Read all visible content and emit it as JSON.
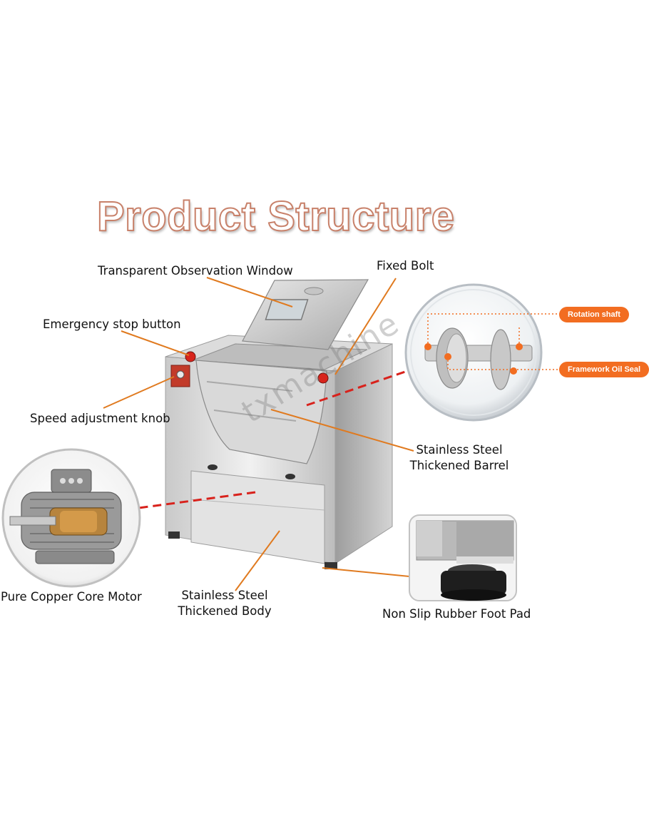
{
  "title": "Product Structure",
  "labels": {
    "observation_window": "Transparent Observation Window",
    "fixed_bolt": "Fixed Bolt",
    "emergency_stop": "Emergency stop button",
    "speed_knob": "Speed adjustment knob",
    "barrel_line1": "Stainless Steel",
    "barrel_line2": "Thickened Barrel",
    "motor": "Pure Copper Core Motor",
    "body_line1": "Stainless Steel",
    "body_line2": "Thickened Body",
    "foot_pad": "Non Slip Rubber Foot Pad"
  },
  "callouts": {
    "rotation_shaft": "Rotation shaft",
    "oil_seal": "Framework Oil Seal"
  },
  "watermark": "txmachine",
  "colors": {
    "accent_orange": "#f26d21",
    "leader_line": "#e07a1f",
    "arrow_red": "#d8221c",
    "title_outline": "#c8816a"
  }
}
